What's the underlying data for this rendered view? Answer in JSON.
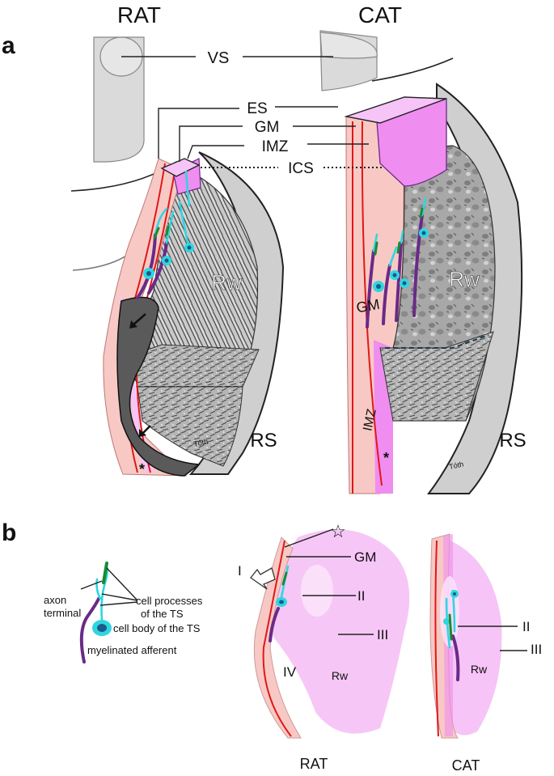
{
  "panel_a": {
    "panel_letter": "a",
    "col_rat": "RAT",
    "col_cat": "CAT",
    "labels": {
      "vs": "VS",
      "es": "ES",
      "gm": "GM",
      "imz": "IMZ",
      "ics": "ICS",
      "rw": "Rw",
      "rs": "RS",
      "asterisk": "*"
    },
    "artist_signature": "Tóth"
  },
  "panel_b": {
    "panel_letter": "b",
    "legend": {
      "axon_terminal": [
        "axon",
        "terminal"
      ],
      "cell_processes": [
        "cell processes",
        "of the TS"
      ],
      "cell_body": "cell body of the TS",
      "myelinated_afferent": "myelinated afferent"
    },
    "rat": {
      "star": "☆",
      "gm": "GM",
      "i": "I",
      "ii": "II",
      "iii": "III",
      "iv": "IV",
      "rw": "Rw",
      "caption": "RAT"
    },
    "cat": {
      "ii": "II",
      "iii": "III",
      "rw": "Rw",
      "caption": "CAT"
    }
  },
  "colors": {
    "pale_pink": "#f8c9c4",
    "magenta": "#f08df0",
    "lilac": "#f6c4f6",
    "purple": "#6a2a86",
    "cyan": "#2fd6e0",
    "red": "#e01818",
    "grey_wall": "#cfcfcf"
  }
}
